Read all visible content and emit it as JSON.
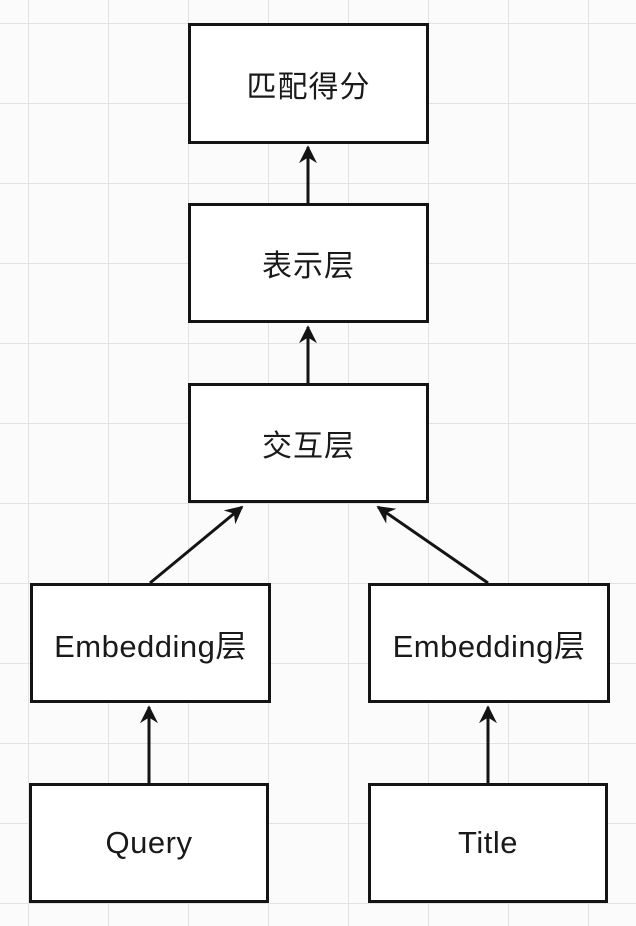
{
  "diagram": {
    "nodes": {
      "match_score": {
        "label": "匹配得分"
      },
      "representation_layer": {
        "label": "表示层"
      },
      "interaction_layer": {
        "label": "交互层"
      },
      "embedding_left": {
        "label": "Embedding层"
      },
      "embedding_right": {
        "label": "Embedding层"
      },
      "query": {
        "label": "Query"
      },
      "title_input": {
        "label": "Title"
      }
    },
    "edges": [
      {
        "from": "representation_layer",
        "to": "match_score"
      },
      {
        "from": "interaction_layer",
        "to": "representation_layer"
      },
      {
        "from": "embedding_left",
        "to": "interaction_layer"
      },
      {
        "from": "embedding_right",
        "to": "interaction_layer"
      },
      {
        "from": "query",
        "to": "embedding_left"
      },
      {
        "from": "title_input",
        "to": "embedding_right"
      }
    ],
    "colors": {
      "page_background": "#fbfbfb",
      "grid_line": "#e3e3e3",
      "box_fill": "#ffffff",
      "box_border": "#141414",
      "arrow": "#141414",
      "text": "#1a1a1a"
    }
  }
}
